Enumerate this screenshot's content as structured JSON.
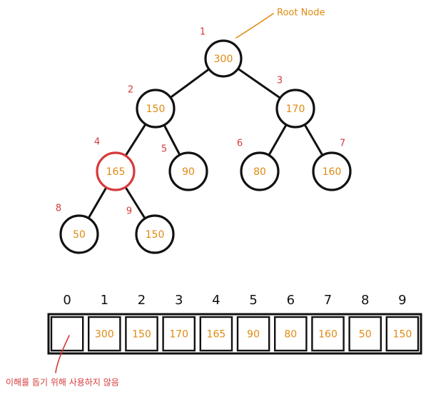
{
  "colors": {
    "value": "#e08a12",
    "index": "#d63a3a",
    "root_annotation": "#e08a12",
    "note": "#d63a3a"
  },
  "tree": {
    "root_label": "Root Node",
    "nodes": [
      {
        "index": "1",
        "value": "300",
        "highlight": false
      },
      {
        "index": "2",
        "value": "150",
        "highlight": false
      },
      {
        "index": "3",
        "value": "170",
        "highlight": false
      },
      {
        "index": "4",
        "value": "165",
        "highlight": true
      },
      {
        "index": "5",
        "value": "90",
        "highlight": false
      },
      {
        "index": "6",
        "value": "80",
        "highlight": false
      },
      {
        "index": "7",
        "value": "160",
        "highlight": false
      },
      {
        "index": "8",
        "value": "50",
        "highlight": false
      },
      {
        "index": "9",
        "value": "150",
        "highlight": false
      }
    ],
    "edges": [
      [
        "1",
        "2"
      ],
      [
        "1",
        "3"
      ],
      [
        "2",
        "4"
      ],
      [
        "2",
        "5"
      ],
      [
        "3",
        "6"
      ],
      [
        "3",
        "7"
      ],
      [
        "4",
        "8"
      ],
      [
        "4",
        "9"
      ]
    ]
  },
  "array": {
    "indices": [
      "0",
      "1",
      "2",
      "3",
      "4",
      "5",
      "6",
      "7",
      "8",
      "9"
    ],
    "values": [
      "",
      "300",
      "150",
      "170",
      "165",
      "90",
      "80",
      "160",
      "50",
      "150"
    ],
    "note": "이해를 돕기 위해 사용하지 않음"
  }
}
